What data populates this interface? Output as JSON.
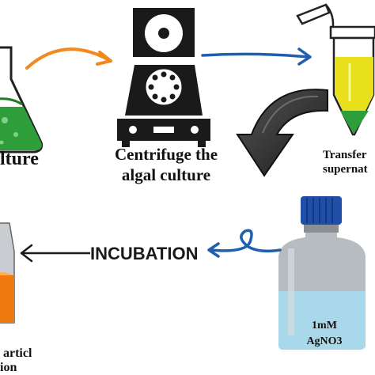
{
  "steps": {
    "culture_label": "lture",
    "centrifuge_line1": "Centrifuge the",
    "centrifuge_line2": "algal culture",
    "transfer_line1": "Transfer",
    "transfer_line2": "supernat",
    "incubation_label": "INCUBATION",
    "bottle_line1": "1mM",
    "bottle_line2": "AgNO3",
    "product_line1": "articl",
    "product_line2": "ion"
  },
  "colors": {
    "culture_green": "#2e9e3a",
    "arrow_orange": "#f08a1c",
    "arrow_blue": "#1f5fae",
    "tube_yellow": "#e8e01a",
    "solution_blue": "#a9d8ea",
    "product_orange": "#f07a10",
    "dark": "#1a1a1a"
  },
  "icons": [
    "flask-icon",
    "centrifuge-icon",
    "centrifuge-tube-icon",
    "curved-down-arrow-icon",
    "reagent-bottle-icon",
    "beaker-icon"
  ]
}
